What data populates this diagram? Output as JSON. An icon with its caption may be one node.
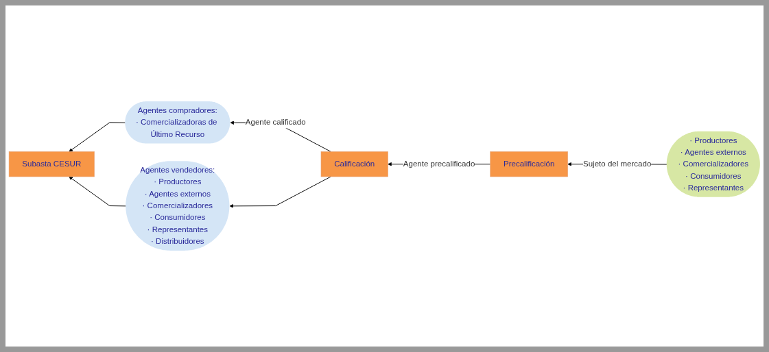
{
  "diagram": {
    "nodes": [
      {
        "text": [
          "Precalificación"
        ]
      },
      {
        "text": [
          "· Productores",
          "· Agentes externos",
          "· Comercializadores",
          "· Consumidores",
          "· Representantes"
        ]
      },
      {
        "text": [
          "Calificación"
        ]
      },
      {
        "text": [
          "Agentes compradores:",
          "· Comercializadoras de Último Recurso"
        ]
      },
      {
        "text": [
          "Agentes vendedores:",
          "· Productores",
          "· Agentes externos",
          "· Comercializadores",
          "· Consumidores",
          "· Representantes",
          "· Distribuidores"
        ]
      },
      {
        "text": [
          "Subasta CESUR"
        ]
      }
    ],
    "edges": [
      {
        "from": 1,
        "to": 0,
        "arrow": "to",
        "label": "Sujeto del mercado"
      },
      {
        "from": 0,
        "to": 2,
        "arrow": "to",
        "label": "Agente precalificado"
      },
      {
        "from": 2,
        "to": 3,
        "arrow": "to",
        "label": "Agente calificado"
      },
      {
        "from": 2,
        "to": 4,
        "arrow": "to"
      },
      {
        "from": 3,
        "to": 5,
        "arrow": "to"
      },
      {
        "from": 4,
        "to": 5,
        "arrow": "to"
      }
    ]
  }
}
